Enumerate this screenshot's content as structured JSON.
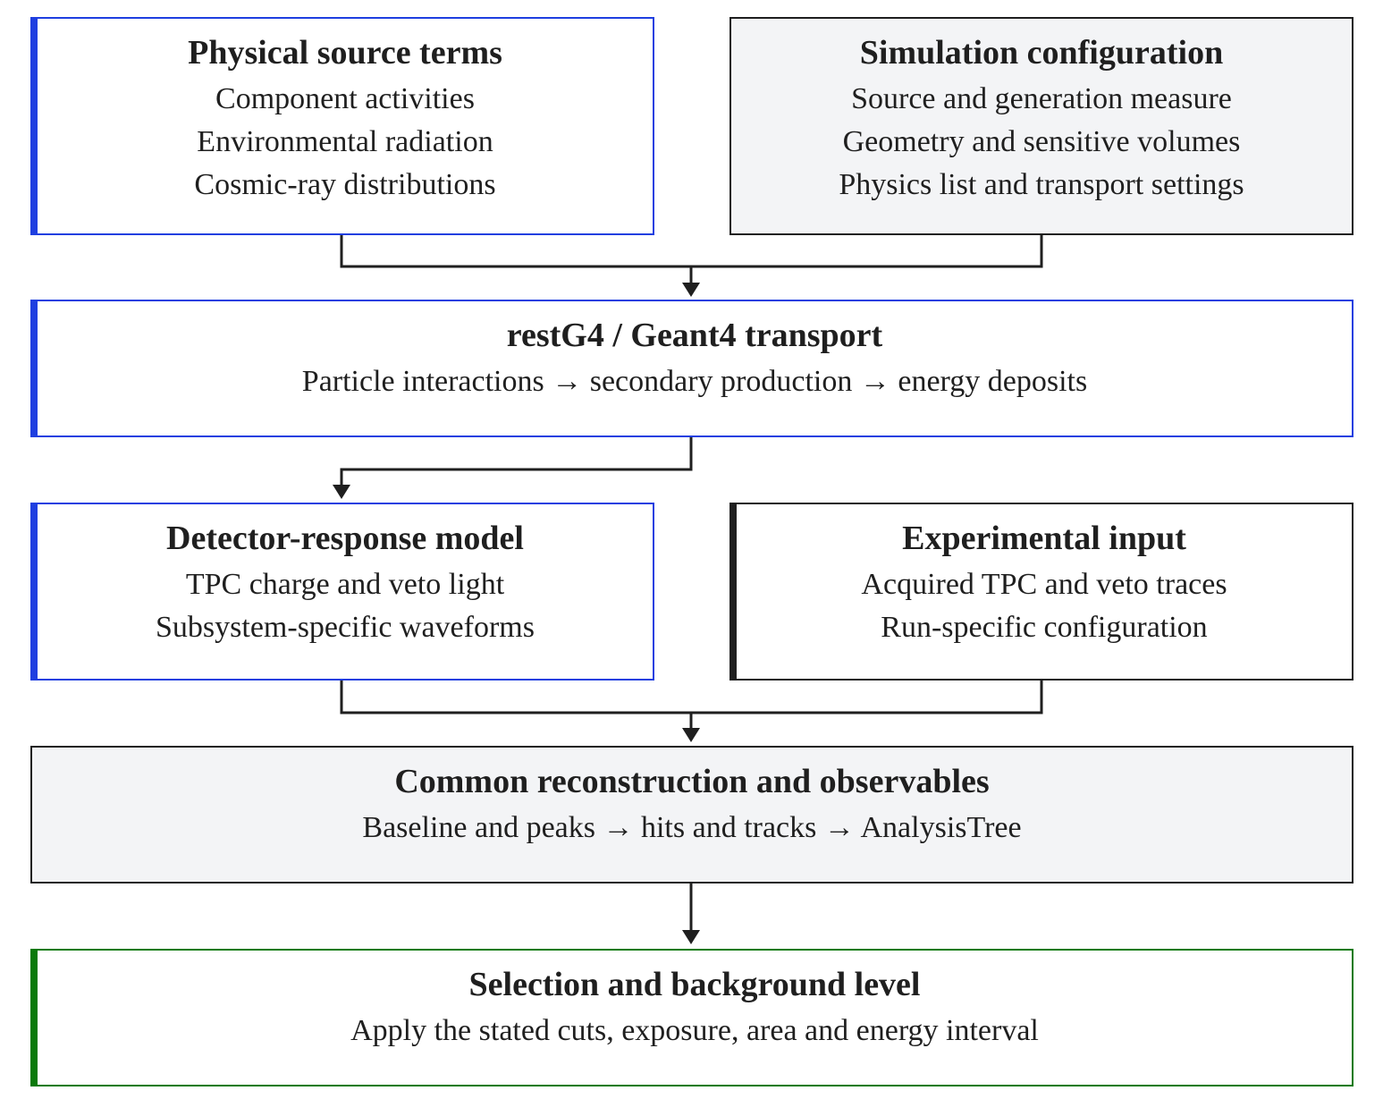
{
  "boxes": {
    "source_terms": {
      "title": "Physical source terms",
      "lines": [
        "Component activities",
        "Environmental radiation",
        "Cosmic-ray distributions"
      ]
    },
    "sim_config": {
      "title": "Simulation configuration",
      "lines": [
        "Source and generation measure",
        "Geometry and sensitive volumes",
        "Physics list and transport settings"
      ]
    },
    "transport": {
      "title": "restG4 / Geant4 transport",
      "lines": [
        "Particle interactions → secondary production → energy deposits"
      ]
    },
    "detector_response": {
      "title": "Detector-response model",
      "lines": [
        "TPC charge and veto light",
        "Subsystem-specific waveforms"
      ]
    },
    "experimental_input": {
      "title": "Experimental input",
      "lines": [
        "Acquired TPC and veto traces",
        "Run-specific configuration"
      ]
    },
    "reconstruction": {
      "title": "Common reconstruction and observables",
      "lines": [
        "Baseline and peaks → hits and tracks → AnalysisTree"
      ]
    },
    "selection": {
      "title": "Selection and background level",
      "lines": [
        "Apply the stated cuts, exposure, area and energy interval"
      ]
    }
  },
  "colors": {
    "simulation_accent": "#1f3fe0",
    "experimental_accent": "#1f1f1f",
    "result_accent": "#0a7a0a",
    "shared_fill": "#f3f4f6",
    "arrow": "#1f1f1f"
  }
}
